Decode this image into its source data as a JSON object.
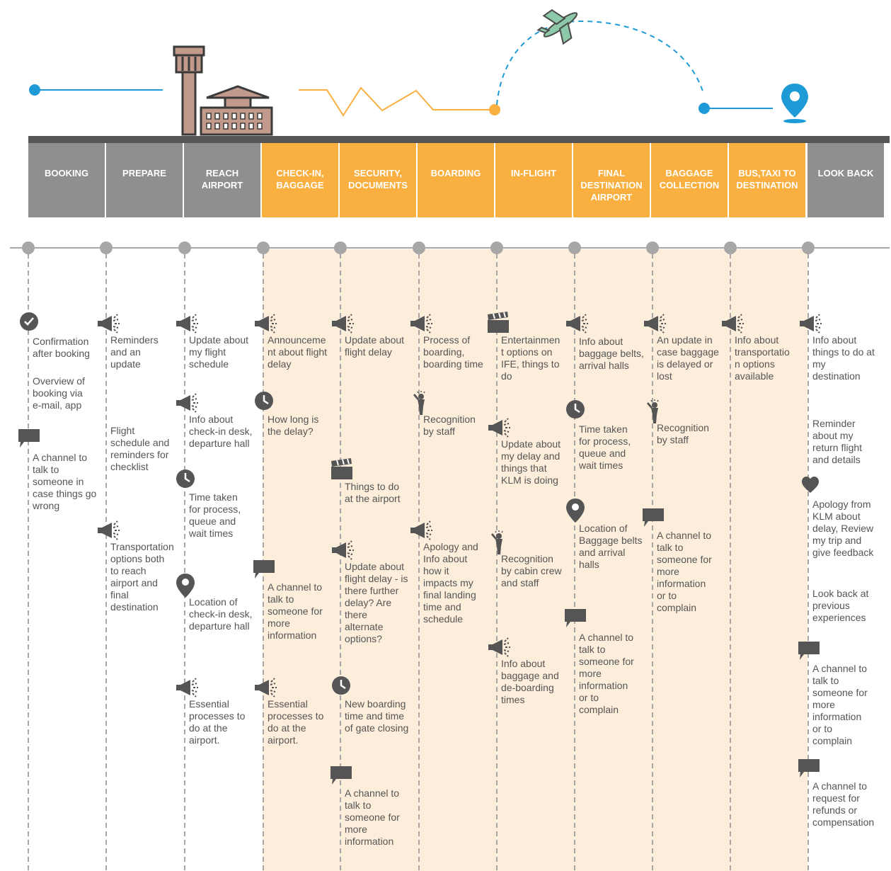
{
  "colors": {
    "gray": "#8f8f90",
    "orange": "#f9b040",
    "band": "#fdeedb",
    "dark": "#555555",
    "blue": "#1e9bd7",
    "plane": "#8dc8a8",
    "tower": "#c29a8c",
    "dot": "#a7a7a8"
  },
  "stages": [
    {
      "label": "BOOKING",
      "highlight": false
    },
    {
      "label": "PREPARE",
      "highlight": false
    },
    {
      "label": "REACH\nAIRPORT",
      "highlight": false
    },
    {
      "label": "CHECK-IN,\nBAGGAGE",
      "highlight": true
    },
    {
      "label": "SECURITY,\nDOCUMENTS",
      "highlight": true
    },
    {
      "label": "BOARDING",
      "highlight": true
    },
    {
      "label": "IN-FLIGHT",
      "highlight": true
    },
    {
      "label": "FINAL\nDESTINATION\nAIRPORT",
      "highlight": true
    },
    {
      "label": "BAGGAGE\nCOLLECTION",
      "highlight": true
    },
    {
      "label": "BUS,TAXI TO\nDESTINATION",
      "highlight": true
    },
    {
      "label": "LOOK BACK",
      "highlight": false
    }
  ],
  "columns": [
    {
      "items": [
        {
          "icon": "check-icon",
          "text": "Confirmation\nafter booking"
        },
        {
          "icon": "",
          "text": "Overview of\nbooking via\ne-mail, app"
        },
        {
          "icon": "chat-icon",
          "text": "A channel to\ntalk to\nsomeone in\ncase things go\nwrong"
        }
      ]
    },
    {
      "items": [
        {
          "icon": "megaphone-icon",
          "text": "Reminders\nand an\nupdate"
        },
        {
          "icon": "",
          "text": "Flight\nschedule and\nreminders for\nchecklist"
        },
        {
          "icon": "megaphone-icon",
          "text": "Transportation\noptions both\nto reach\nairport and\nfinal\ndestination"
        }
      ]
    },
    {
      "items": [
        {
          "icon": "megaphone-icon",
          "text": "Update about\nmy flight\nschedule"
        },
        {
          "icon": "megaphone-icon",
          "text": "Info about\ncheck-in desk,\ndeparture hall"
        },
        {
          "icon": "clock-icon",
          "text": "Time taken\nfor process,\nqueue and\nwait times"
        },
        {
          "icon": "location-pin-icon",
          "text": "Location of\ncheck-in desk,\ndeparture hall"
        },
        {
          "icon": "megaphone-icon",
          "text": "Essential\nprocesses to\ndo at the\nairport."
        }
      ]
    },
    {
      "items": [
        {
          "icon": "megaphone-icon",
          "text": "Announceme\nnt about flight\ndelay"
        },
        {
          "icon": "clock-icon",
          "text": "How long is\nthe delay?"
        },
        {
          "icon": "chat-icon",
          "text": "A channel to\ntalk to\nsomeone for\nmore\ninformation"
        },
        {
          "icon": "megaphone-icon",
          "text": "Essential\nprocesses to\ndo at the\nairport."
        }
      ]
    },
    {
      "items": [
        {
          "icon": "megaphone-icon",
          "text": "Update about\nflight delay"
        },
        {
          "icon": "clapperboard-icon",
          "text": "Things to do\nat the airport"
        },
        {
          "icon": "megaphone-icon",
          "text": "Update about\nflight delay - is\nthere further\ndelay? Are\nthere\nalternate\noptions?"
        },
        {
          "icon": "clock-icon",
          "text": "New boarding\ntime and time\nof gate closing"
        },
        {
          "icon": "chat-icon",
          "text": "A channel to\ntalk to\nsomeone for\nmore\ninformation"
        }
      ]
    },
    {
      "items": [
        {
          "icon": "megaphone-icon",
          "text": "Process of\nboarding,\nboarding time"
        },
        {
          "icon": "staff-icon",
          "text": "Recognition\nby staff"
        },
        {
          "icon": "megaphone-icon",
          "text": "Apology and\nInfo about\nhow it\nimpacts my\nfinal landing\ntime and\nschedule"
        }
      ]
    },
    {
      "items": [
        {
          "icon": "clapperboard-icon",
          "text": "Entertainmen\nt options on\nIFE, things to\ndo"
        },
        {
          "icon": "megaphone-icon",
          "text": "Update about\nmy delay and\nthings that\nKLM is doing"
        },
        {
          "icon": "staff-icon",
          "text": "Recognition\nby cabin crew\nand staff"
        },
        {
          "icon": "megaphone-icon",
          "text": "Info about\nbaggage and\nde-boarding\ntimes"
        }
      ]
    },
    {
      "items": [
        {
          "icon": "megaphone-icon",
          "text": "Info about\nbaggage belts,\narrival halls"
        },
        {
          "icon": "clock-icon",
          "text": "Time taken\nfor process,\nqueue and\nwait times"
        },
        {
          "icon": "location-pin-icon",
          "text": "Location of\nBaggage belts\nand arrival\nhalls"
        },
        {
          "icon": "chat-icon",
          "text": "A channel to\ntalk to\nsomeone for\nmore\ninformation\nor to\ncomplain"
        }
      ]
    },
    {
      "items": [
        {
          "icon": "megaphone-icon",
          "text": "An update in\ncase baggage\nis delayed or\nlost"
        },
        {
          "icon": "staff-icon",
          "text": "Recognition\nby staff"
        },
        {
          "icon": "chat-icon",
          "text": "A channel to\ntalk to\nsomeone for\nmore\ninformation\nor to\ncomplain"
        }
      ]
    },
    {
      "items": [
        {
          "icon": "megaphone-icon",
          "text": "Info about\ntransportatio\nn options\navailable"
        }
      ]
    },
    {
      "items": [
        {
          "icon": "megaphone-icon",
          "text": "Info about\nthings to do at\nmy\ndestination"
        },
        {
          "icon": "",
          "text": "Reminder\nabout my\nreturn flight\nand details"
        },
        {
          "icon": "heart-icon",
          "text": "Apology from\nKLM about\ndelay, Review\nmy trip and\ngive feedback"
        },
        {
          "icon": "",
          "text": "Look back at\nprevious\nexperiences"
        },
        {
          "icon": "chat-icon",
          "text": "A channel to\ntalk to\nsomeone for\nmore\ninformation\nor to\ncomplain"
        },
        {
          "icon": "chat-icon",
          "text": "A channel to\nrequest for\nrefunds or\ncompensation"
        }
      ]
    }
  ]
}
